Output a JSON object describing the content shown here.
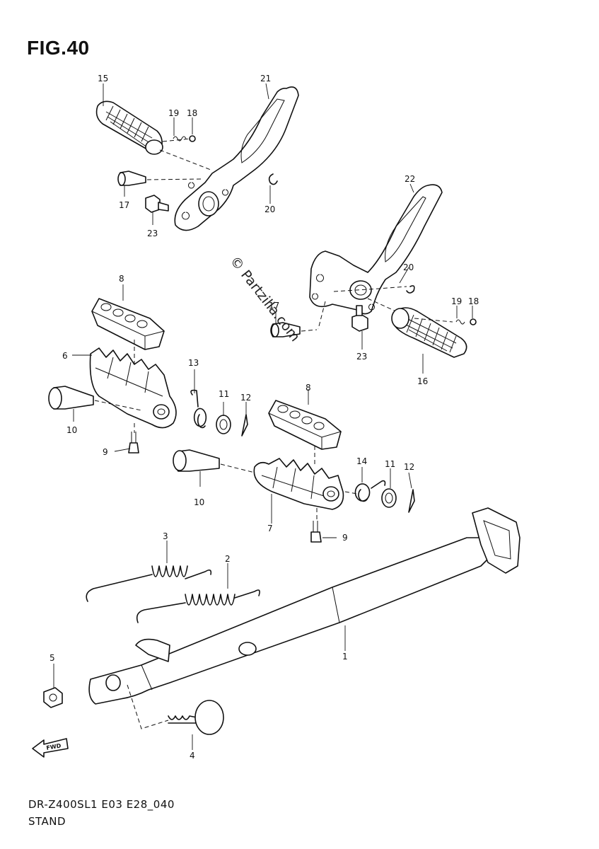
{
  "figure": {
    "title": "FIG.40",
    "model_code": "DR-Z400SL1 E03 E28_040",
    "section_name": "STAND",
    "watermark": "© Partzilla.com"
  },
  "callouts": {
    "p1": "1",
    "p2": "2",
    "p3": "3",
    "p4": "4",
    "p5": "5",
    "p6": "6",
    "p7": "7",
    "p8a": "8",
    "p8b": "8",
    "p9a": "9",
    "p9b": "9",
    "p10a": "10",
    "p10b": "10",
    "p11a": "11",
    "p11b": "11",
    "p12a": "12",
    "p12b": "12",
    "p13": "13",
    "p14": "14",
    "p15": "15",
    "p16": "16",
    "p17a": "17",
    "p17b": "17",
    "p18a": "18",
    "p18b": "18",
    "p19a": "19",
    "p19b": "19",
    "p20a": "20",
    "p20b": "20",
    "p21": "21",
    "p22": "22",
    "p23a": "23",
    "p23b": "23"
  }
}
